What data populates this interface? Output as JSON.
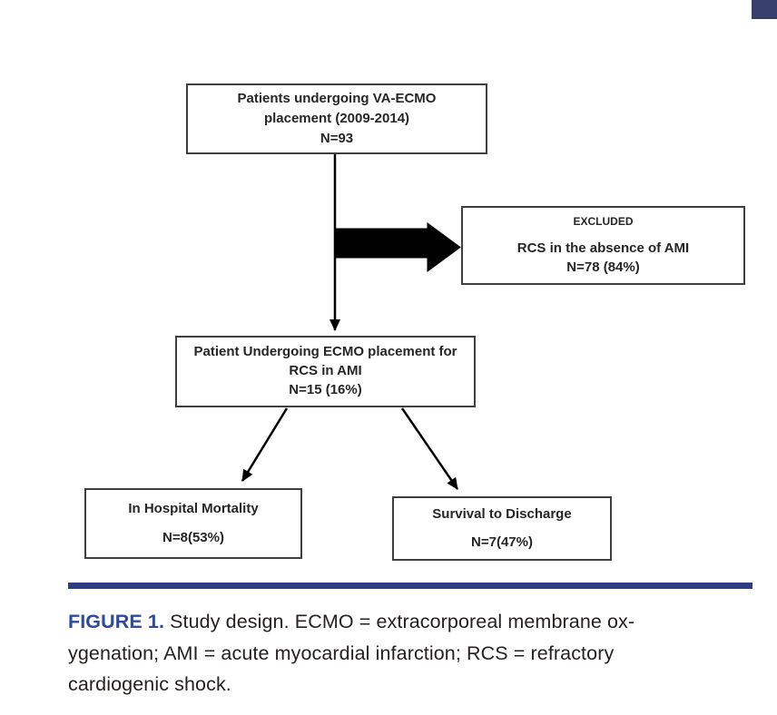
{
  "figure": {
    "top_box": {
      "line1": "Patients undergoing VA-ECMO",
      "line2": "placement (2009-2014)",
      "line3": "N=93"
    },
    "excluded_box": {
      "header": "EXCLUDED",
      "line1": "RCS in the absence of AMI",
      "line2": "N=78 (84%)"
    },
    "middle_box": {
      "line1": "Patient Undergoing ECMO placement for",
      "line2": "RCS in AMI",
      "n": "N=15 (16%)"
    },
    "mortality_box": {
      "title": "In Hospital Mortality",
      "n": "N=8(53%)"
    },
    "survival_box": {
      "title": "Survival to Discharge",
      "n": "N=7(47%)"
    }
  },
  "caption": {
    "label": "FIGURE 1.",
    "line1_rest": " Study design. ECMO = extracorporeal membrane ox-",
    "line2": "ygenation; AMI = acute myocardial infarction; RCS = refractory",
    "line3": "cardiogenic shock."
  },
  "colors": {
    "corner_square": "#373f6d",
    "bottom_rule": "#2e3c88",
    "figure_label_blue": "#2d4a9b",
    "box_border": "#3f3f3f",
    "box_text": "#262626",
    "arrow": "#000000"
  }
}
